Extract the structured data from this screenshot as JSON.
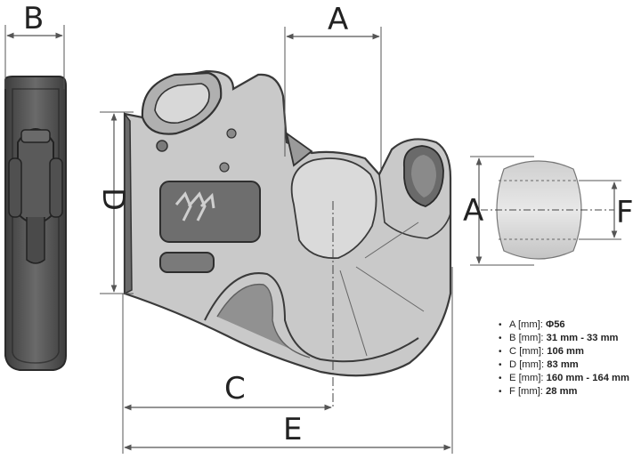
{
  "labels": {
    "a_top": "A",
    "b_top": "B",
    "d_left": "D",
    "c_bottom": "C",
    "e_bottom": "E",
    "a_ball": "A",
    "f_ball": "F"
  },
  "specs": [
    {
      "name": "A [mm]: ",
      "value": "Φ56"
    },
    {
      "name": "B [mm]: ",
      "value": "31 mm - 33 mm"
    },
    {
      "name": "C [mm]: ",
      "value": "106 mm"
    },
    {
      "name": "D [mm]: ",
      "value": "83 mm"
    },
    {
      "name": "E [mm]: ",
      "value": "160 mm - 164 mm"
    },
    {
      "name": "F [mm]: ",
      "value": "28 mm"
    }
  ],
  "bullet": "•",
  "colors": {
    "body_fill": "#c9c9c9",
    "body_dark": "#4a4a4a",
    "outline": "#3a3a3a",
    "dim_line": "#555555"
  }
}
